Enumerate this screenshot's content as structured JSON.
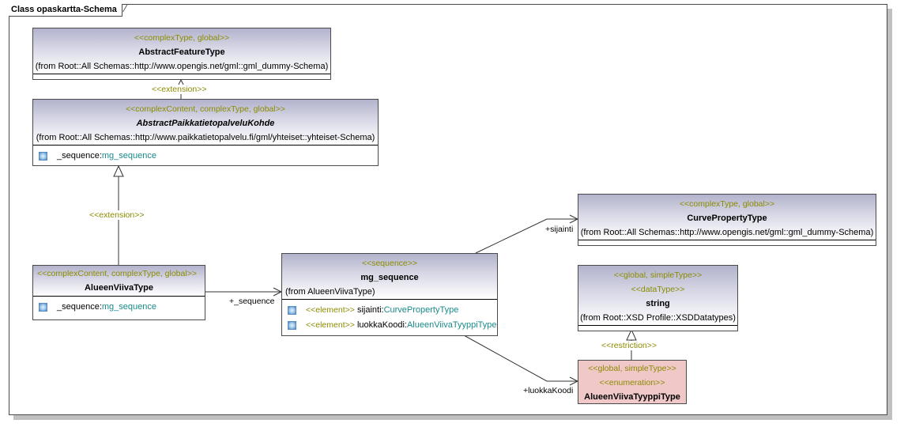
{
  "diagram": {
    "title": "Class opaskartta-Schema"
  },
  "classes": {
    "abstract_feature_type": {
      "stereotype": "<<complexType, global>>",
      "name": "AbstractFeatureType",
      "from": "(from Root::All Schemas::http://www.opengis.net/gml::gml_dummy-Schema)"
    },
    "abstract_paikkatieto": {
      "stereotype": "<<complexContent, complexType, global>>",
      "name": "AbstractPaikkatietopalveluKohde",
      "from": "(from Root::All Schemas::http://www.paikkatietopalvelu.fi/gml/yhteiset::yhteiset-Schema)",
      "attributes": [
        {
          "name": "_sequence:",
          "type": "mg_sequence"
        }
      ]
    },
    "alueen_viiva_type": {
      "stereotype": "<<complexContent, complexType, global>>",
      "name": "AlueenViivaType",
      "attributes": [
        {
          "name": "_sequence:",
          "type": "mg_sequence"
        }
      ]
    },
    "mg_sequence": {
      "stereotype": "<<sequence>>",
      "name": "mg_sequence",
      "from": "(from AlueenViivaType)",
      "attributes": [
        {
          "stereotype": "<<element>>",
          "name": "sijainti:",
          "type": "CurvePropertyType"
        },
        {
          "stereotype": "<<element>>",
          "name": "luokkaKoodi:",
          "type": "AlueenViivaTyyppiType"
        }
      ]
    },
    "curve_property_type": {
      "stereotype": "<<complexType, global>>",
      "name": "CurvePropertyType",
      "from": "(from Root::All Schemas::http://www.opengis.net/gml::gml_dummy-Schema)"
    },
    "string": {
      "stereotype": "<<global, simpleType>>",
      "stereotype2": "<<dataType>>",
      "name": "string",
      "from": "(from Root::XSD Profile::XSDDatatypes)"
    },
    "alueen_viiva_tyyppi_type": {
      "stereotype": "<<global, simpleType>>",
      "stereotype2": "<<enumeration>>",
      "name": "AlueenViivaTyyppiType"
    }
  },
  "relations": {
    "extension_1": "<<extension>>",
    "extension_2": "<<extension>>",
    "restriction": "<<restriction>>",
    "sequence_role": "+_sequence",
    "sijainti_role": "+sijainti",
    "luokkakoodi_role": "+luokkaKoodi"
  }
}
